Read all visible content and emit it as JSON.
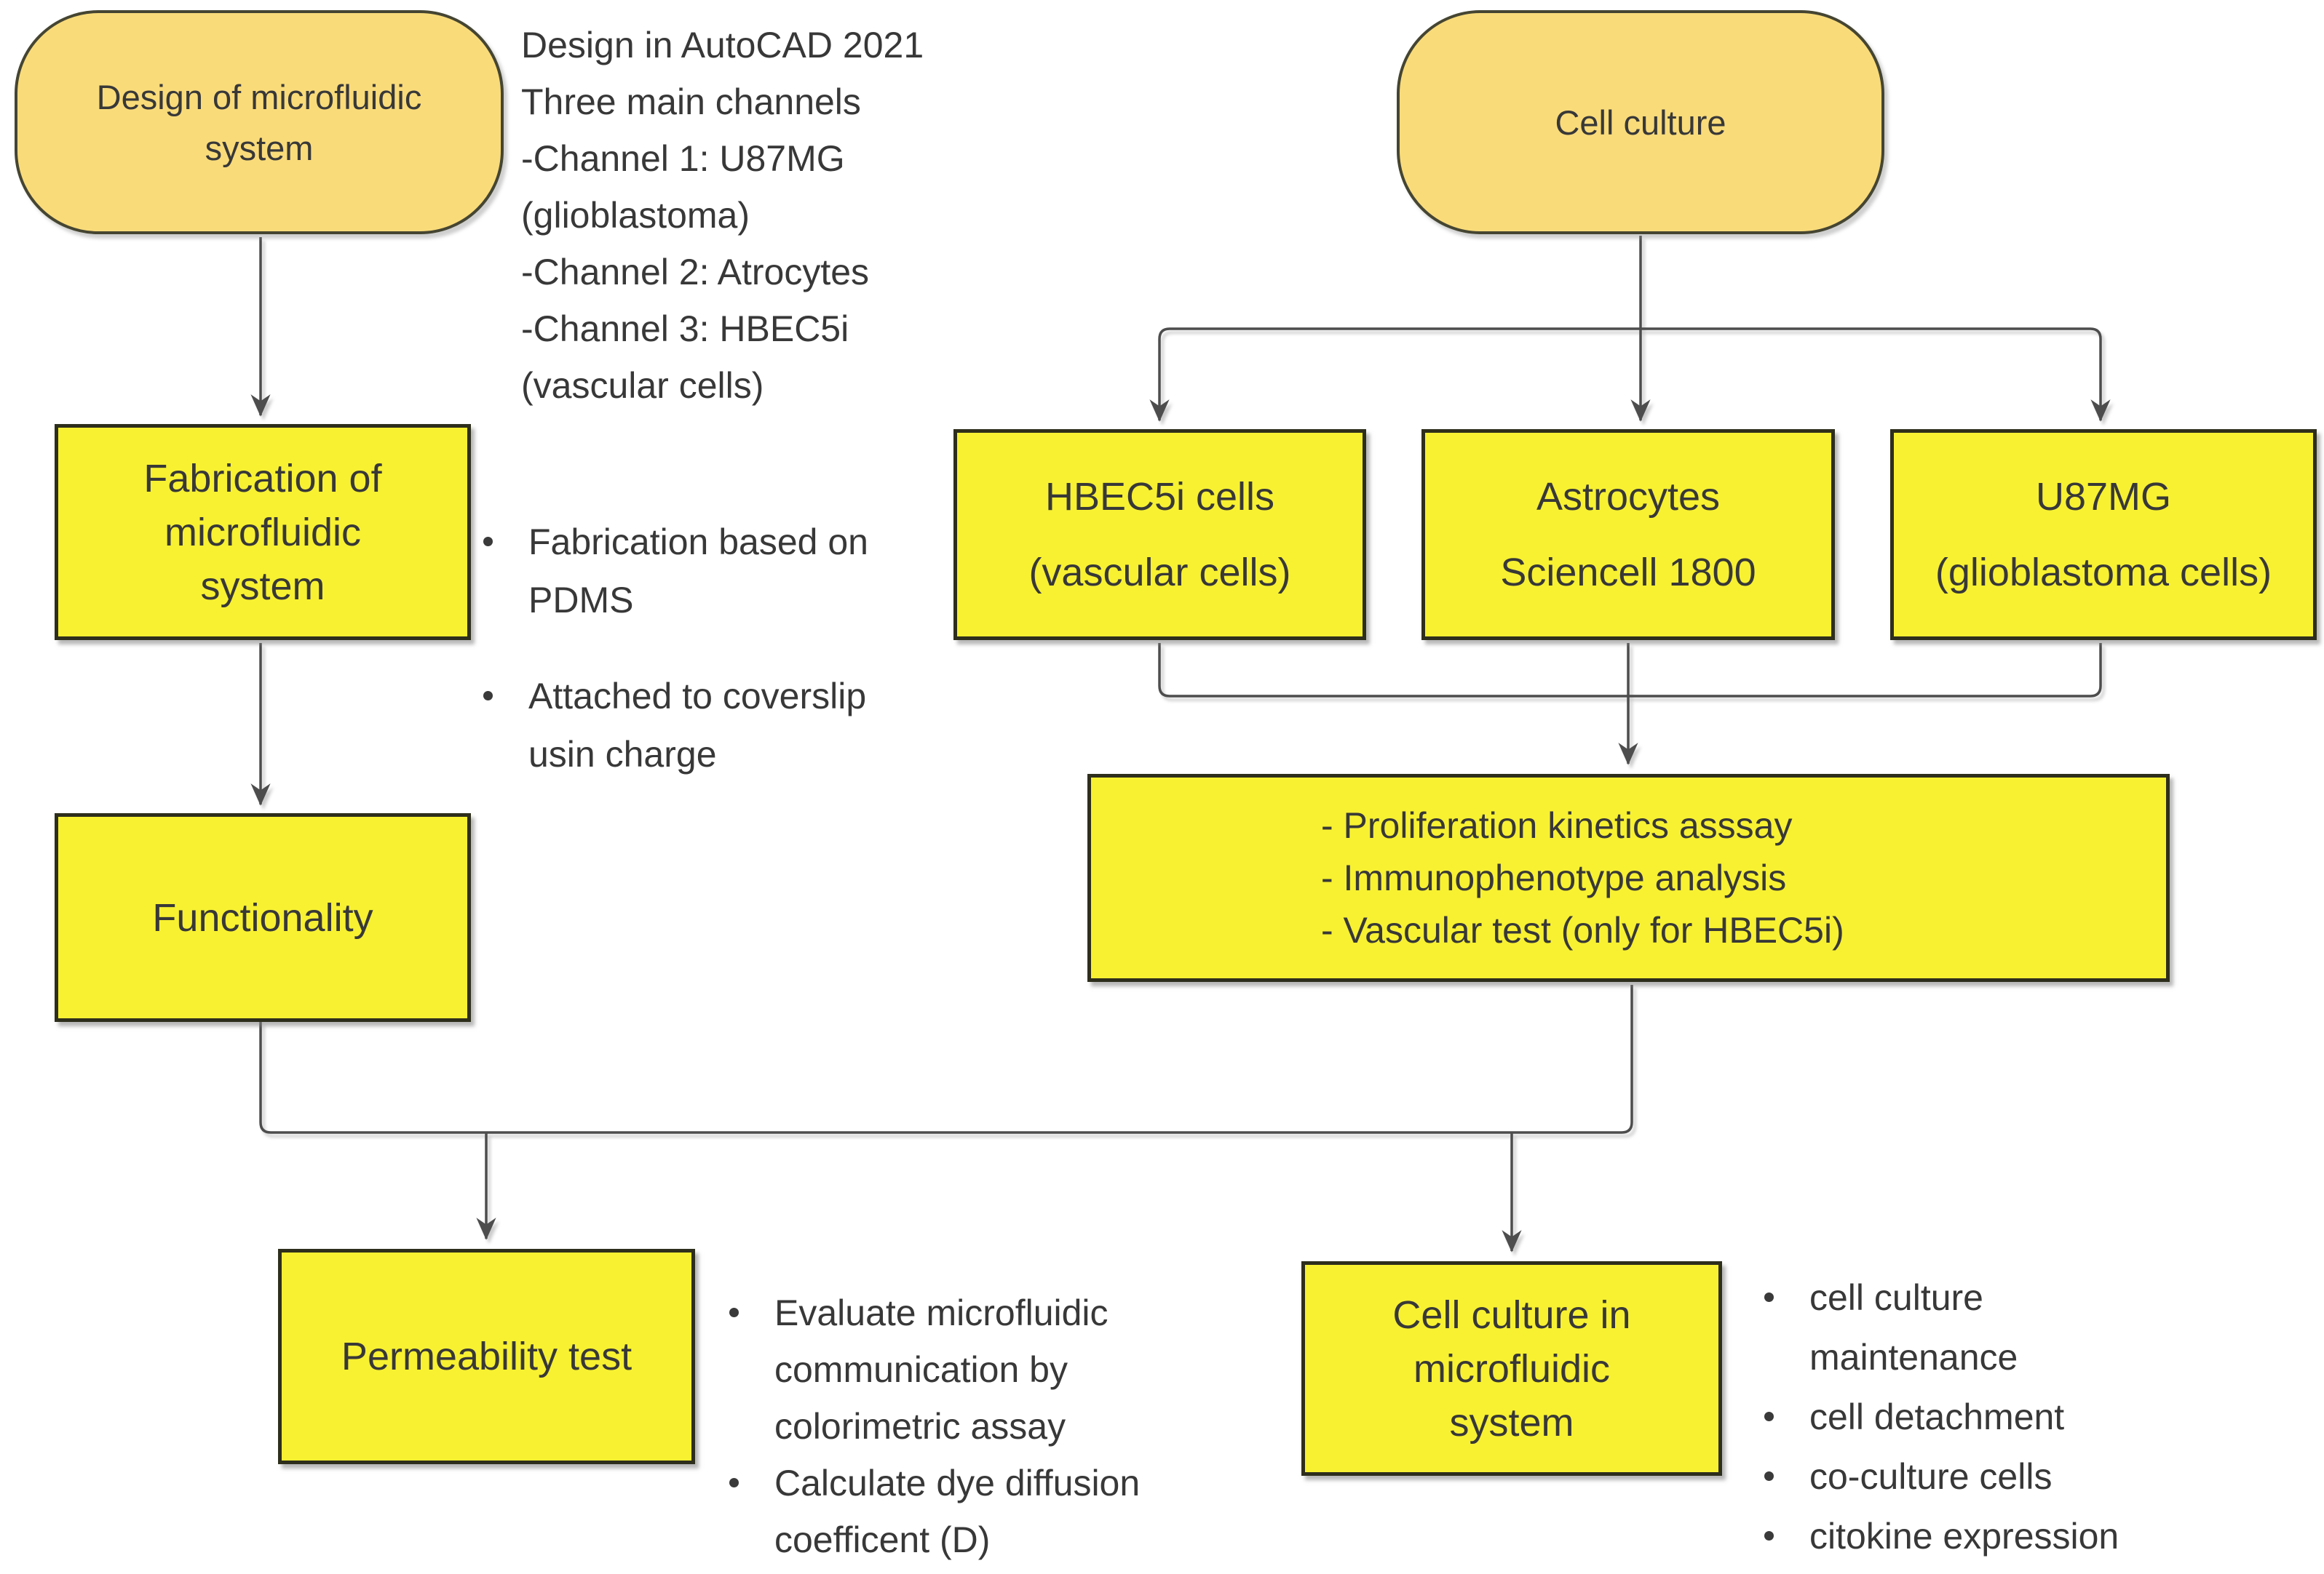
{
  "colors": {
    "terminator_fill": "#F9DB7A",
    "terminator_border": "#454532",
    "process_fill": "#F7F132",
    "process_border": "#2E2E1C",
    "connector": "#4D4D4D",
    "text": "#383838",
    "background": "#FFFFFF"
  },
  "nodes": {
    "design": {
      "lines": [
        "Design of microfluidic",
        "system"
      ]
    },
    "cell_culture": {
      "lines": [
        "Cell culture"
      ]
    },
    "fabrication": {
      "lines": [
        "Fabrication of",
        "microfluidic",
        "system"
      ]
    },
    "functionality": {
      "lines": [
        "Functionality"
      ]
    },
    "hbec5i": {
      "lines": [
        "HBEC5i cells",
        "(vascular cells)"
      ]
    },
    "astrocytes": {
      "lines": [
        "Astrocytes",
        "Sciencell 1800"
      ]
    },
    "u87mg": {
      "lines": [
        "U87MG",
        "(glioblastoma cells)"
      ]
    },
    "assays": {
      "lines": [
        "- Proliferation kinetics asssay",
        "- Immunophenotype analysis",
        "- Vascular test (only for HBEC5i)"
      ]
    },
    "permeability": {
      "lines": [
        "Permeability test"
      ]
    },
    "cell_culture_chip": {
      "lines": [
        "Cell culture in",
        "microfluidic",
        "system"
      ]
    }
  },
  "notes": {
    "design_note": {
      "lines": [
        "Design in AutoCAD 2021",
        "Three main channels",
        "-Channel 1: U87MG",
        "(glioblastoma)",
        "-Channel 2: Atrocytes",
        "-Channel 3: HBEC5i",
        "(vascular cells)"
      ]
    },
    "fabrication_note": {
      "items": [
        {
          "lines": [
            "Fabrication based on",
            "PDMS"
          ]
        },
        {
          "lines": [
            "Attached to coverslip",
            "usin charge"
          ]
        }
      ]
    },
    "permeability_note": {
      "items": [
        {
          "lines": [
            "Evaluate microfluidic",
            "communication by",
            "colorimetric assay"
          ]
        },
        {
          "lines": [
            "Calculate dye diffusion",
            "coefficent (D)"
          ]
        }
      ]
    },
    "cell_culture_chip_note": {
      "items": [
        {
          "lines": [
            "cell culture",
            "maintenance"
          ]
        },
        {
          "lines": [
            "cell detachment"
          ]
        },
        {
          "lines": [
            "co-culture cells"
          ]
        },
        {
          "lines": [
            "citokine expression"
          ]
        }
      ]
    }
  }
}
